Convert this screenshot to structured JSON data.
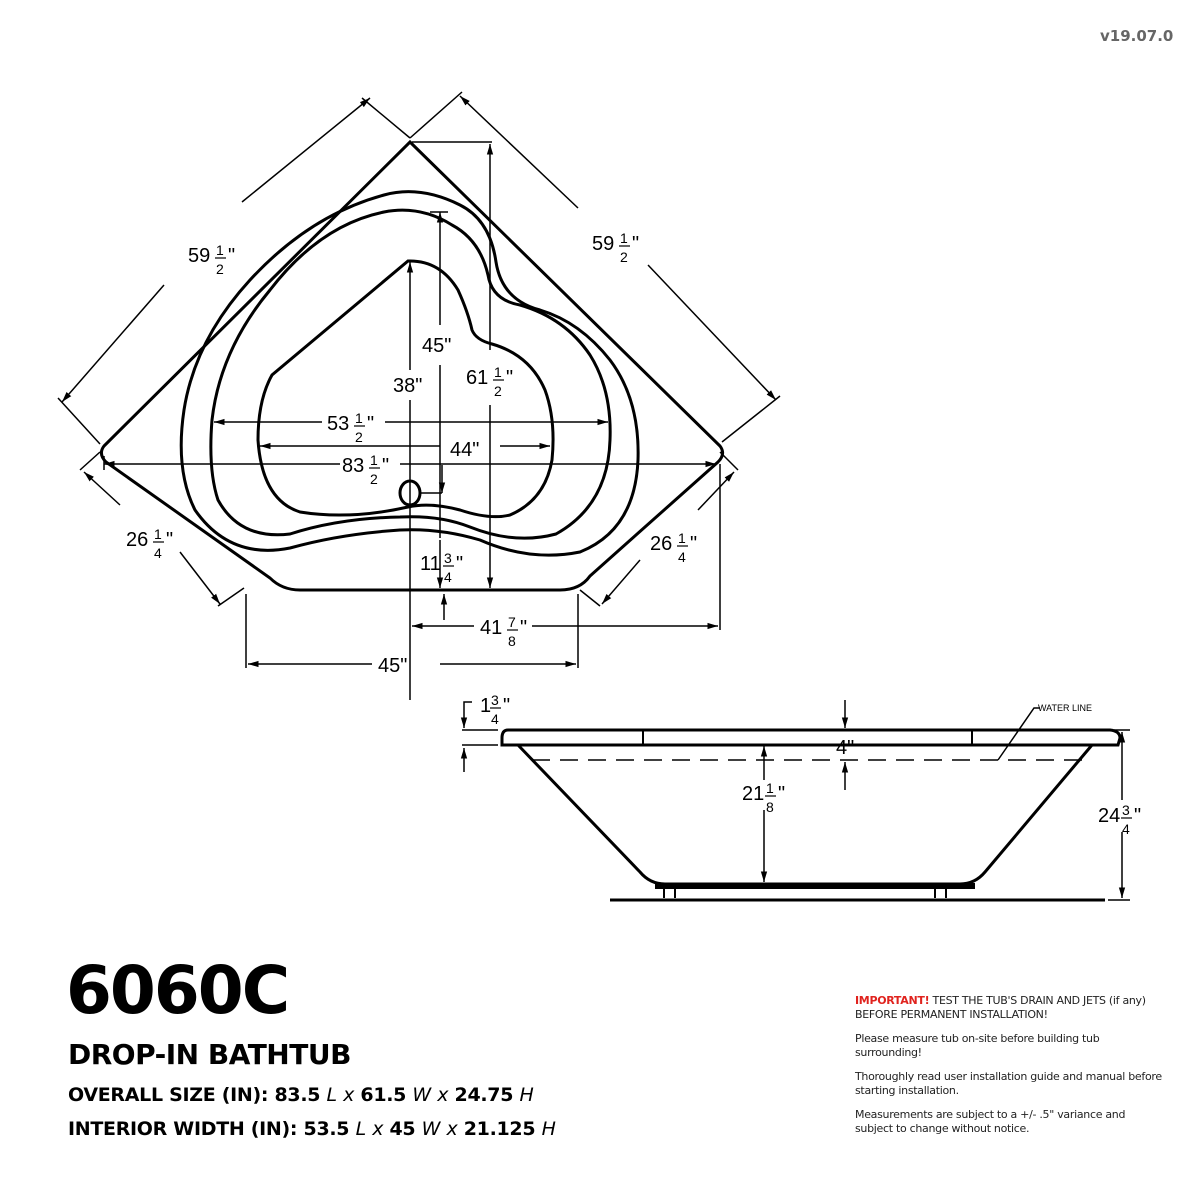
{
  "version": "v19.07.0",
  "product": {
    "model": "6060C",
    "type": "DROP-IN BATHTUB",
    "overall_size": {
      "label": "OVERALL SIZE (IN):",
      "length": "83.5",
      "width": "61.5",
      "height": "24.75",
      "unit_l": "L",
      "unit_w": "W",
      "unit_h": "H",
      "sep": "x"
    },
    "interior_width": {
      "label": "INTERIOR WIDTH (IN):",
      "length": "53.5",
      "width": "45",
      "height": "21.125",
      "unit_l": "L",
      "unit_w": "W",
      "unit_h": "H",
      "sep": "x"
    }
  },
  "notes": {
    "important_label": "IMPORTANT!",
    "important_text": " TEST THE TUB'S DRAIN AND JETS (if any) BEFORE PERMANENT INSTALLATION!",
    "note2": "Please measure tub on-site before building tub surrounding!",
    "note3": "Thoroughly read user installation guide and manual before starting installation.",
    "note4": "Measurements are subject to a +/- .5\" variance and subject to change without notice."
  },
  "top_view": {
    "dims": {
      "side_left": {
        "whole": "59",
        "num": "1",
        "den": "2"
      },
      "side_right": {
        "whole": "59",
        "num": "1",
        "den": "2"
      },
      "depth_45": "45\"",
      "depth_38": "38\"",
      "depth_total": {
        "whole": "61",
        "num": "1",
        "den": "2"
      },
      "interior_length": {
        "whole": "53",
        "num": "1",
        "den": "2"
      },
      "interior_44": "44\"",
      "overall_length": {
        "whole": "83",
        "num": "1",
        "den": "2"
      },
      "corner_left": {
        "whole": "26",
        "num": "1",
        "den": "4"
      },
      "corner_right": {
        "whole": "26",
        "num": "1",
        "den": "4"
      },
      "drain_offset": {
        "whole": "11",
        "num": "3",
        "den": "4"
      },
      "drain_to_right": {
        "whole": "41",
        "num": "7",
        "den": "8"
      },
      "front_width": "45\""
    }
  },
  "side_view": {
    "water_line_label": "WATER LINE",
    "dims": {
      "rim": {
        "whole": "1",
        "num": "3",
        "den": "4"
      },
      "water_depth": "4\"",
      "interior_height": {
        "whole": "21",
        "num": "1",
        "den": "8"
      },
      "overall_height": {
        "whole": "24",
        "num": "3",
        "den": "4"
      }
    }
  },
  "colors": {
    "important": "#e0231e",
    "version": "#666666",
    "line": "#000000"
  }
}
